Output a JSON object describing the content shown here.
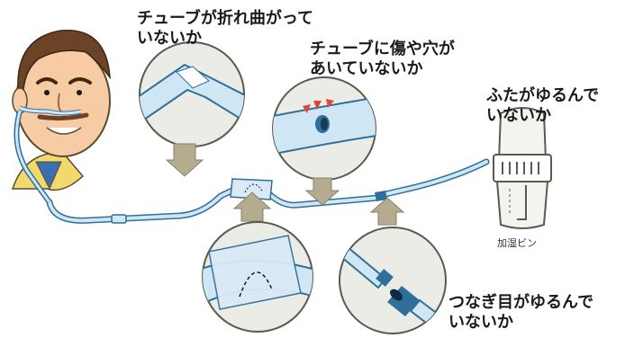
{
  "labels": {
    "kink": [
      "チューブが折れ曲がって",
      "いないか"
    ],
    "holes": [
      "チューブに傷や穴が",
      "あいていないか"
    ],
    "lid": [
      "ふたがゆるんで",
      "いないか"
    ],
    "joint": [
      "つなぎ目がゆるんで",
      "いないか"
    ],
    "bottle": "加湿ビン"
  },
  "colors": {
    "tube": "#cfe6f5",
    "tube_outline": "#2f6f9a",
    "bubble_fill": "#ececE6",
    "arrow": "#b5ab8e",
    "skin": "#f7cba4",
    "hair": "#6b4427",
    "shirt": "#f2d96b"
  }
}
